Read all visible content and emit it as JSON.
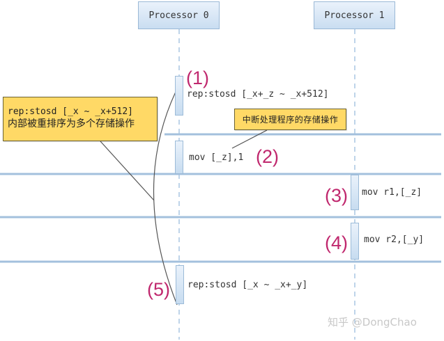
{
  "diagram": {
    "type": "sequence-diagram",
    "participants": [
      {
        "id": "p0",
        "label": "Processor 0"
      },
      {
        "id": "p1",
        "label": "Processor 1"
      }
    ],
    "steps": [
      {
        "number": "(1)",
        "participant": "Processor 0",
        "instruction": "rep:stosd [_x+_z ~ _x+512]"
      },
      {
        "number": "(2)",
        "participant": "Processor 0",
        "instruction": "mov [_z],1"
      },
      {
        "number": "(3)",
        "participant": "Processor 1",
        "instruction": "mov r1,[_z]"
      },
      {
        "number": "(4)",
        "participant": "Processor 1",
        "instruction": "mov r2,[_y]"
      },
      {
        "number": "(5)",
        "participant": "Processor 0",
        "instruction": "rep:stosd [_x ~ _x+_y]"
      }
    ],
    "callouts": {
      "big": {
        "line1": "rep:stosd [_x ~ _x+512]",
        "line2": "内部被重排序为多个存储操作"
      },
      "small": {
        "text": "中断处理程序的存储操作"
      }
    },
    "watermark": "知乎 @DongChao"
  },
  "colors": {
    "step_number": "#c0286e",
    "callout_fill": "#ffd966",
    "separator": "#9fbfdc",
    "lifeline": "#9fbfdc"
  }
}
